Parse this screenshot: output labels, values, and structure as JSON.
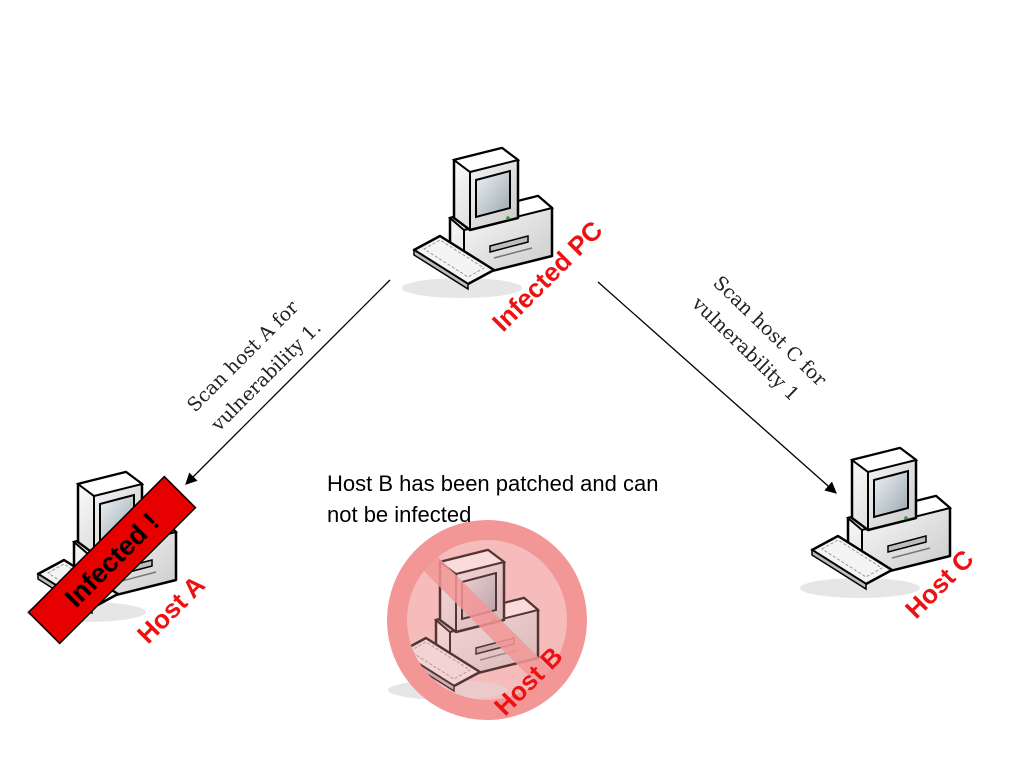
{
  "infected_pc": {
    "label": "Infected PC"
  },
  "host_a": {
    "label": "Host A",
    "stamp": "Infected !"
  },
  "host_b": {
    "label": "Host B",
    "note": "Host B has been patched and can not be infected"
  },
  "host_c": {
    "label": "Host C"
  },
  "edges": {
    "to_a": [
      "Scan host A for",
      "vulnerability 1."
    ],
    "to_c": [
      "Scan host C for",
      "vulnerability 1"
    ]
  },
  "colors": {
    "label_red": "#ee1111",
    "stamp_red": "#e60000",
    "prohibition": "#f29696"
  }
}
